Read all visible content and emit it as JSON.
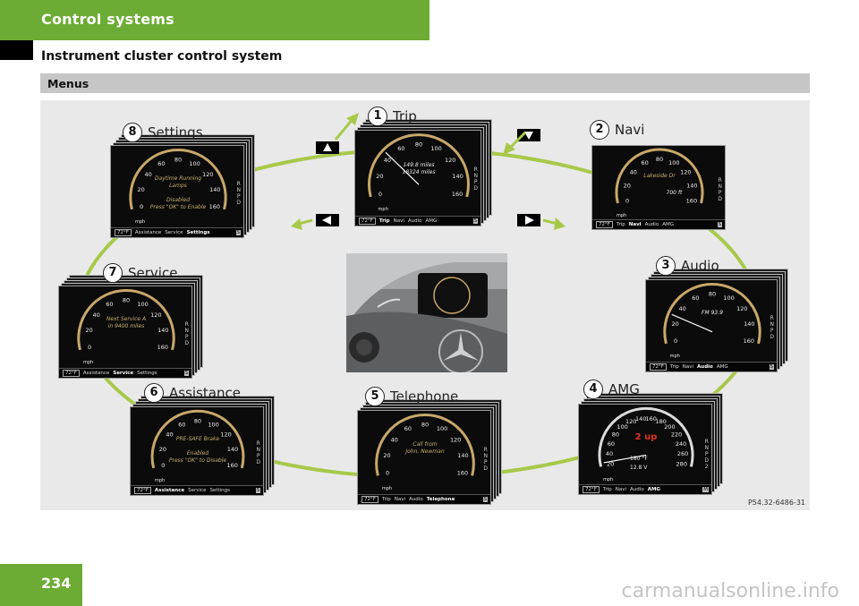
{
  "header": {
    "section": "Control systems",
    "subsection": "Instrument cluster control system"
  },
  "menus_heading": "Menus",
  "menus": [
    {
      "id": "trip",
      "number": "1",
      "label": "Trip",
      "message": "149.8 miles\n18324 miles",
      "message_color": "white",
      "active": "Trip",
      "tabs": [
        "Trip",
        "Navi",
        "Audio",
        "AMG"
      ],
      "end_label": "S"
    },
    {
      "id": "navi",
      "number": "2",
      "label": "Navi",
      "message": "Lakeside Dr",
      "message_color": "amber",
      "distance": "700 ft",
      "active": "Navi",
      "tabs": [
        "Trip",
        "Navi",
        "Audio",
        "AMG"
      ],
      "end_label": "S"
    },
    {
      "id": "audio",
      "number": "3",
      "label": "Audio",
      "message": "FM 93.9",
      "message_color": "white",
      "active": "Audio",
      "tabs": [
        "Trip",
        "Navi",
        "Audio",
        "AMG"
      ],
      "end_label": "S"
    },
    {
      "id": "amg",
      "number": "4",
      "label": "AMG",
      "message": "2 up",
      "message_color": "red",
      "readout1": "180 °F",
      "readout2": "12.8 V",
      "active": "AMG",
      "tabs": [
        "Trip",
        "Navi",
        "Audio",
        "AMG"
      ],
      "end_label": "M"
    },
    {
      "id": "telephone",
      "number": "5",
      "label": "Telephone",
      "message": "Call from\nJohn, Newman",
      "message_color": "amber",
      "active": "Telephone",
      "tabs": [
        "Trip",
        "Navi",
        "Audio",
        "Telephone"
      ],
      "end_label": "S"
    },
    {
      "id": "assistance",
      "number": "6",
      "label": "Assistance",
      "message": "PRE-SAFE Brake\n\nEnabled\nPress \"OK\" to Disable",
      "message_color": "amber",
      "active": "Assistance",
      "tabs": [
        "Assistance",
        "Service",
        "Settings"
      ],
      "end_label": "S"
    },
    {
      "id": "service",
      "number": "7",
      "label": "Service",
      "message": "Next Service A\nin 9400 miles",
      "message_color": "amber",
      "active": "Service",
      "tabs": [
        "Assistance",
        "Service",
        "Settings"
      ],
      "end_label": "S"
    },
    {
      "id": "settings",
      "number": "8",
      "label": "Settings",
      "message": "Daytime Running\nLamps\n\nDisabled\nPress \"OK\" to Enable",
      "message_color": "amber",
      "active": "Settings",
      "tabs": [
        "Assistance",
        "Service",
        "Settings"
      ],
      "end_label": "S"
    }
  ],
  "gauge": {
    "ticks": [
      "0",
      "20",
      "40",
      "60",
      "80",
      "100",
      "120",
      "140",
      "160"
    ],
    "unit": "mph",
    "temp": "72°F",
    "gears": [
      "R",
      "N",
      "P",
      "D"
    ]
  },
  "amg_gauge": {
    "ticks": [
      "20",
      "40",
      "60",
      "80",
      "100",
      "120",
      "140",
      "160",
      "180",
      "200",
      "220",
      "240",
      "260",
      "280"
    ],
    "gear": "2"
  },
  "nav_buttons": [
    "up",
    "down",
    "left",
    "right"
  ],
  "ref_code": "P54.32-6486-31",
  "page_number": "234",
  "watermark": "carmanualsonline.info",
  "colors": {
    "header_green": "#6cac34",
    "arc_green": "#a8c84a",
    "gauge_amber": "#c8a86a",
    "amg_red": "#e03020"
  }
}
